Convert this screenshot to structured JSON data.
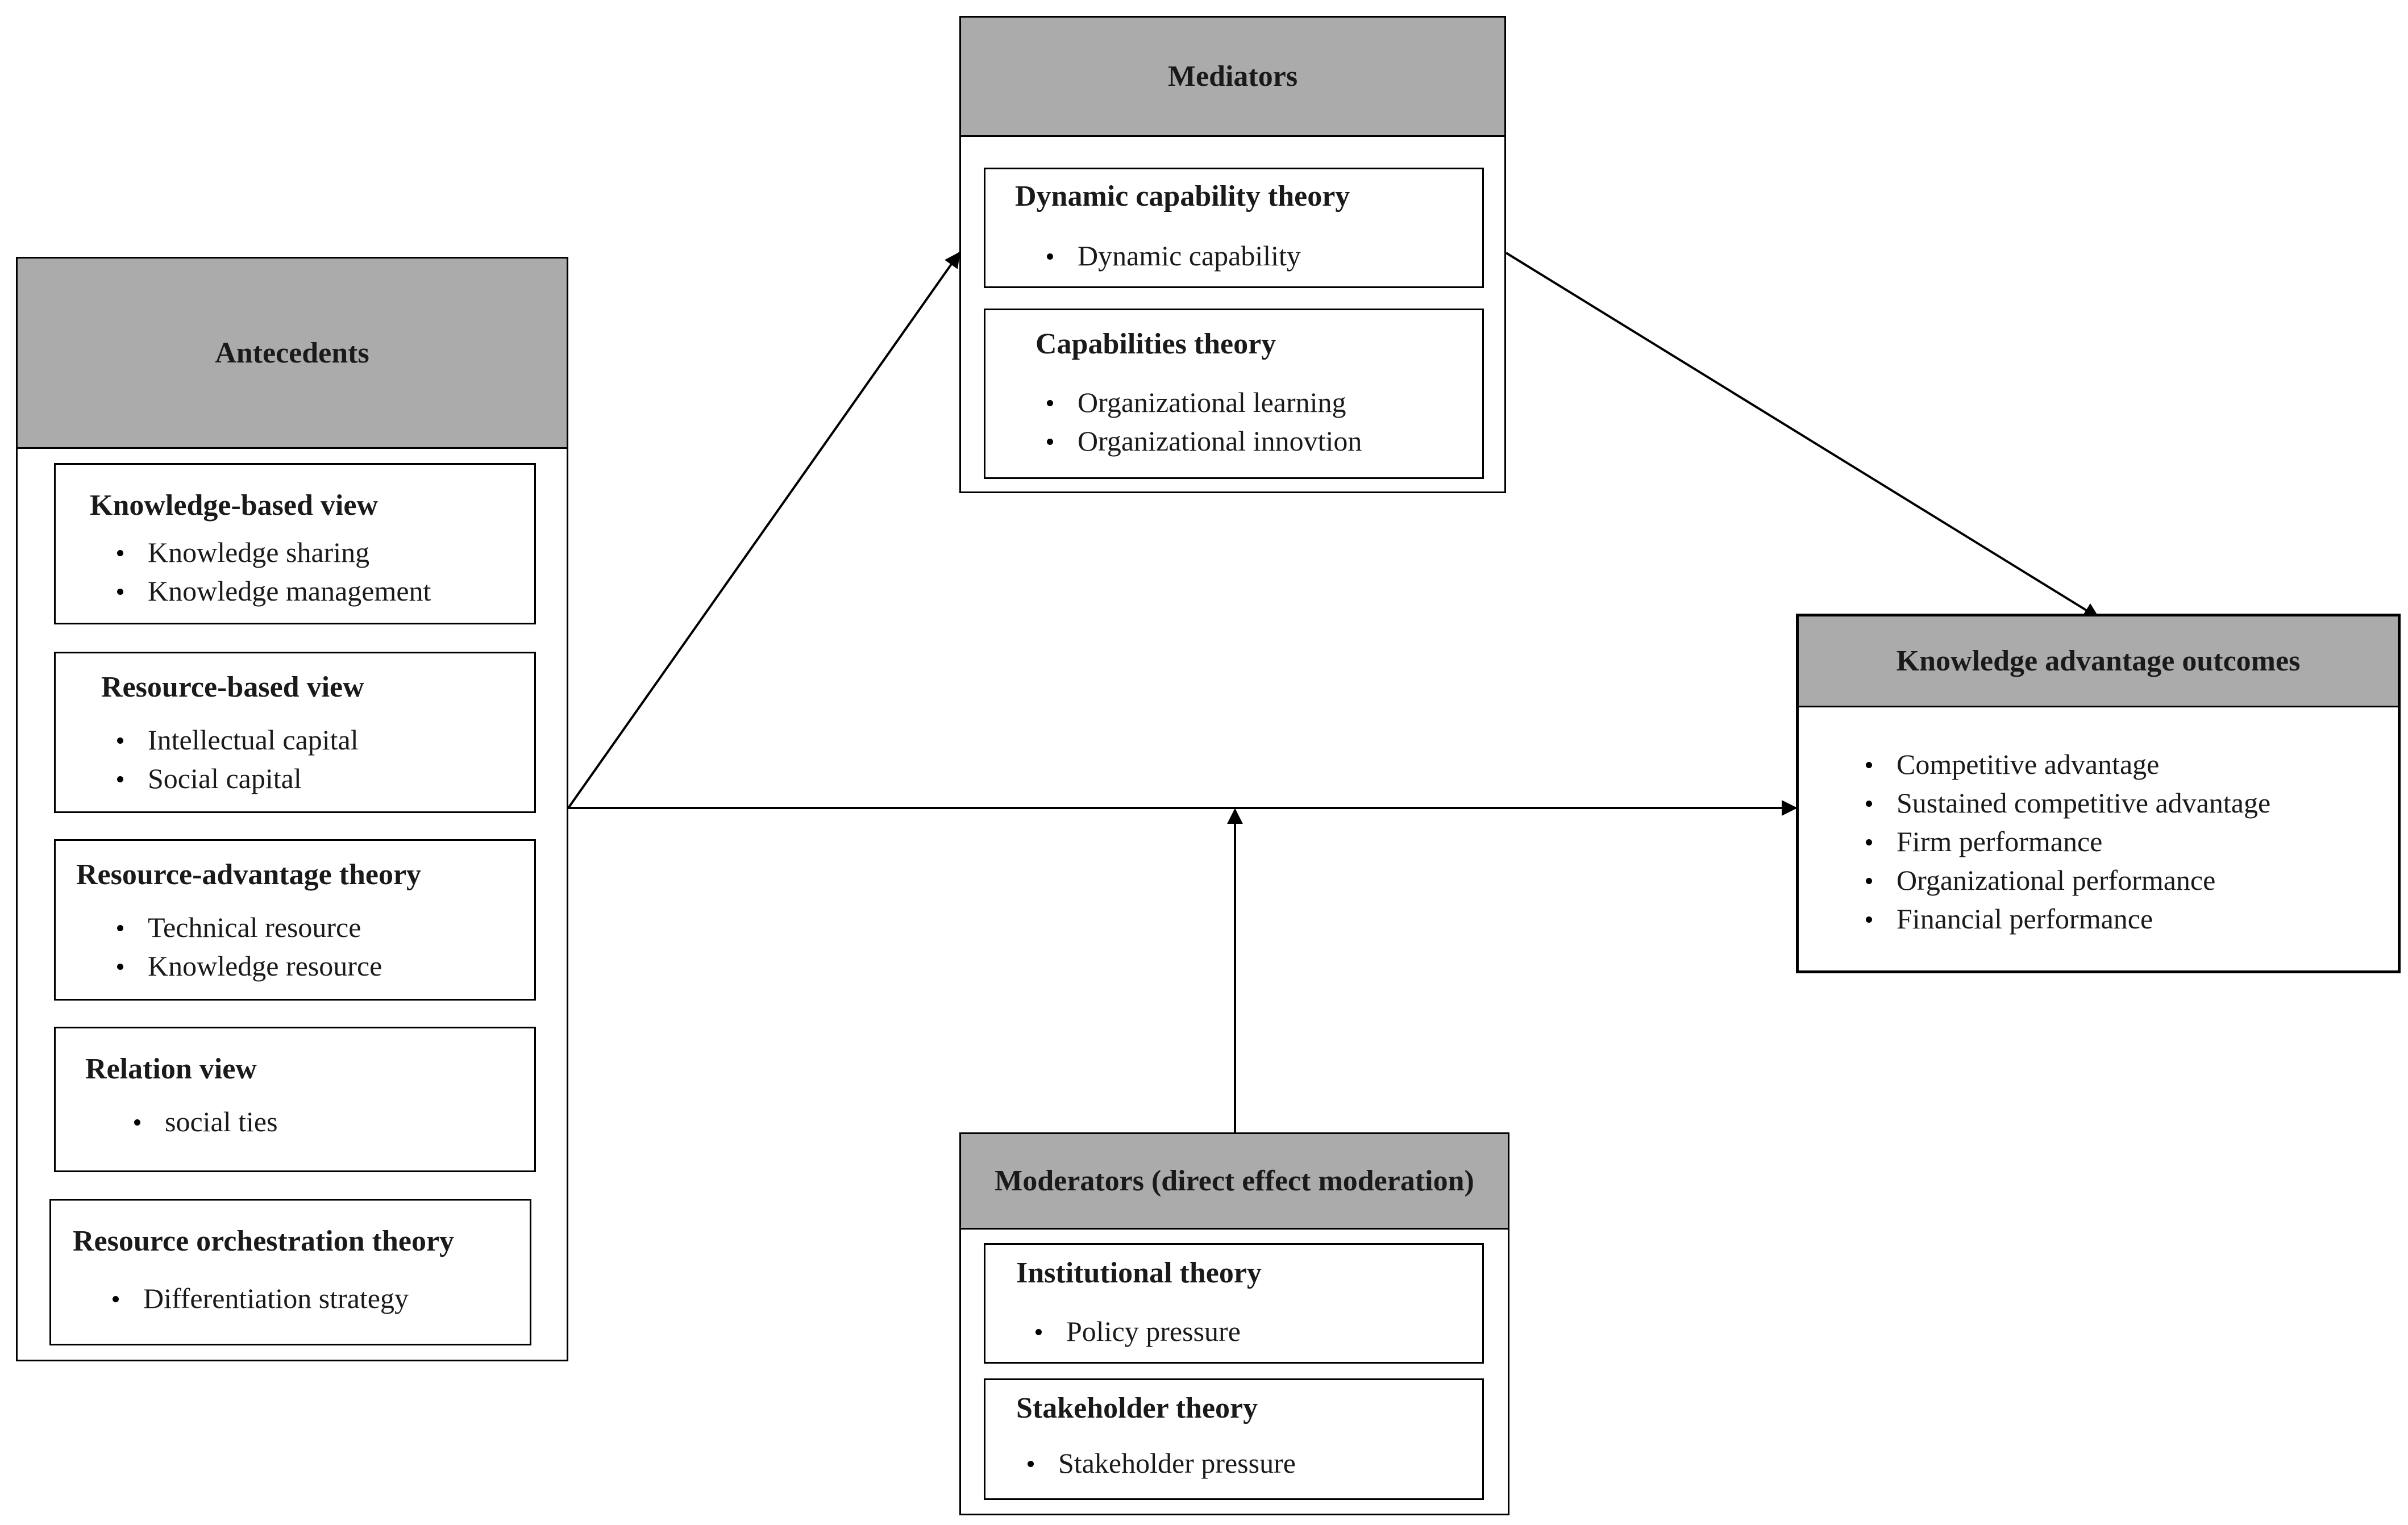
{
  "antecedents": {
    "header": "Antecedents",
    "knowledge_based": {
      "title": "Knowledge-based view",
      "items": [
        "Knowledge sharing",
        "Knowledge management"
      ]
    },
    "resource_based": {
      "title": "Resource-based view",
      "items": [
        "Intellectual capital",
        "Social capital"
      ]
    },
    "resource_advantage": {
      "title": "Resource-advantage theory",
      "items": [
        "Technical resource",
        "Knowledge resource"
      ]
    },
    "relation_view": {
      "title": "Relation view",
      "items": [
        "social ties"
      ]
    },
    "resource_orchestration": {
      "title": "Resource orchestration theory",
      "items": [
        "Differentiation strategy"
      ]
    }
  },
  "mediators": {
    "header": "Mediators",
    "dynamic_capability": {
      "title": "Dynamic capability theory",
      "items": [
        "Dynamic capability"
      ]
    },
    "capabilities": {
      "title": "Capabilities theory",
      "items": [
        "Organizational learning",
        "Organizational innovtion"
      ]
    }
  },
  "outcomes": {
    "header": "Knowledge advantage outcomes",
    "items": [
      "Competitive advantage",
      "Sustained competitive advantage",
      "Firm performance",
      "Organizational performance",
      "Financial performance"
    ]
  },
  "moderators": {
    "header": "Moderators (direct effect moderation)",
    "institutional": {
      "title": "Institutional theory",
      "items": [
        "Policy pressure"
      ]
    },
    "stakeholder": {
      "title": "Stakeholder theory",
      "items": [
        "Stakeholder pressure"
      ]
    }
  }
}
